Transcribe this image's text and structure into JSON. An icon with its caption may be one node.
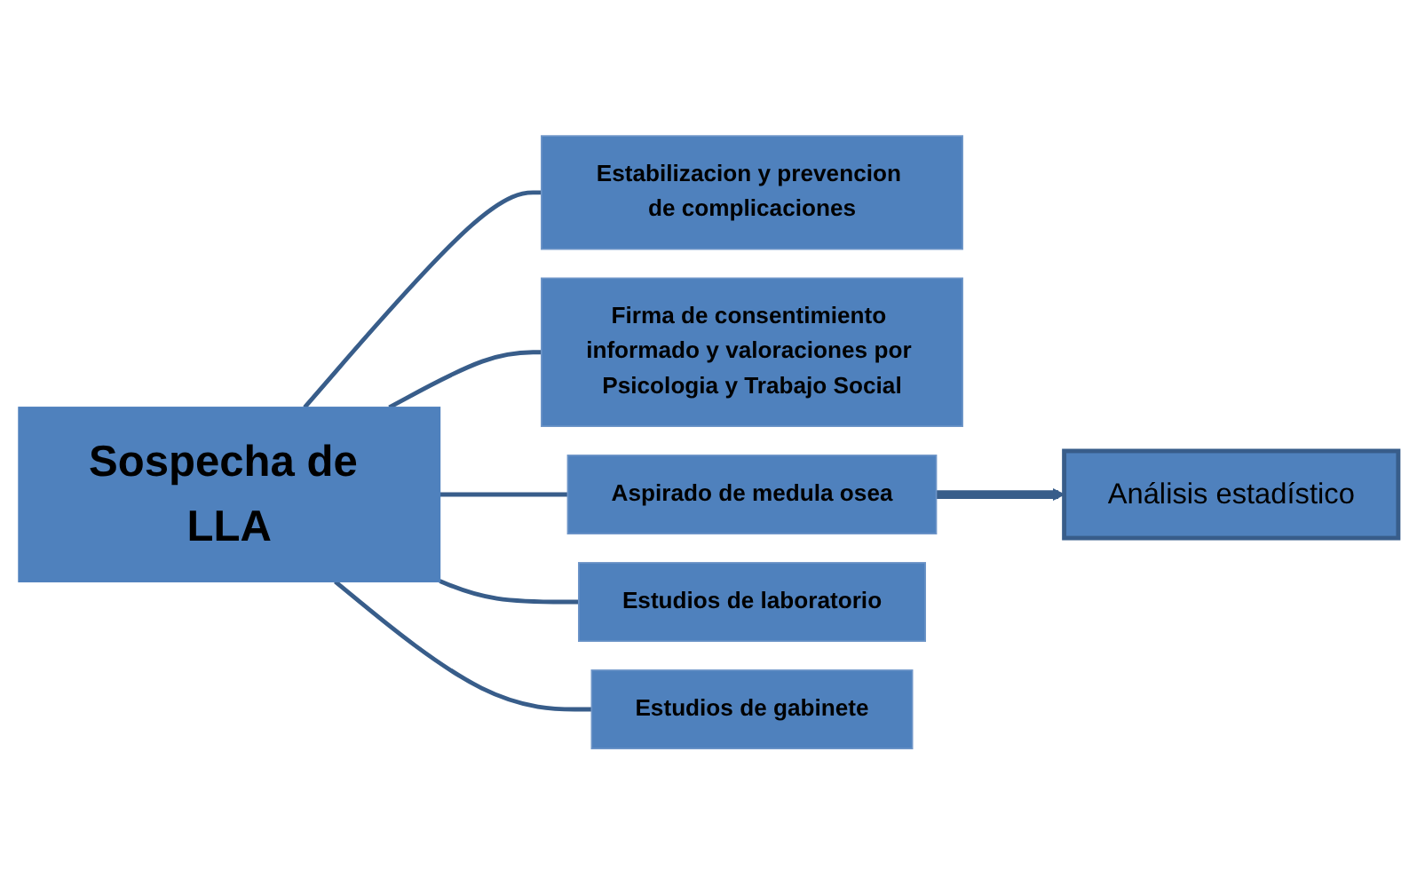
{
  "diagram": {
    "nodes": [
      {
        "text": [
          "Sospecha de LLA"
        ]
      },
      {
        "text": [
          "Estabilizacion y prevencion de complicaciones"
        ]
      },
      {
        "text": [
          "Firma de consentimiento informado y valoraciones por Psicologia y Trabajo Social"
        ]
      },
      {
        "text": [
          "Aspirado de medula osea"
        ]
      },
      {
        "text": [
          "Estudios de laboratorio"
        ]
      },
      {
        "text": [
          "Estudios de gabinete"
        ]
      },
      {
        "text": [
          "Análisis estadístico"
        ]
      }
    ],
    "edges": [
      {
        "from": 0,
        "to": 1,
        "arrow": "none"
      },
      {
        "from": 0,
        "to": 2,
        "arrow": "none"
      },
      {
        "from": 0,
        "to": 3,
        "arrow": "none"
      },
      {
        "from": 0,
        "to": 4,
        "arrow": "none"
      },
      {
        "from": 0,
        "to": 5,
        "arrow": "none"
      },
      {
        "from": 3,
        "to": 6,
        "arrow": "to",
        "style": "thick"
      }
    ]
  }
}
